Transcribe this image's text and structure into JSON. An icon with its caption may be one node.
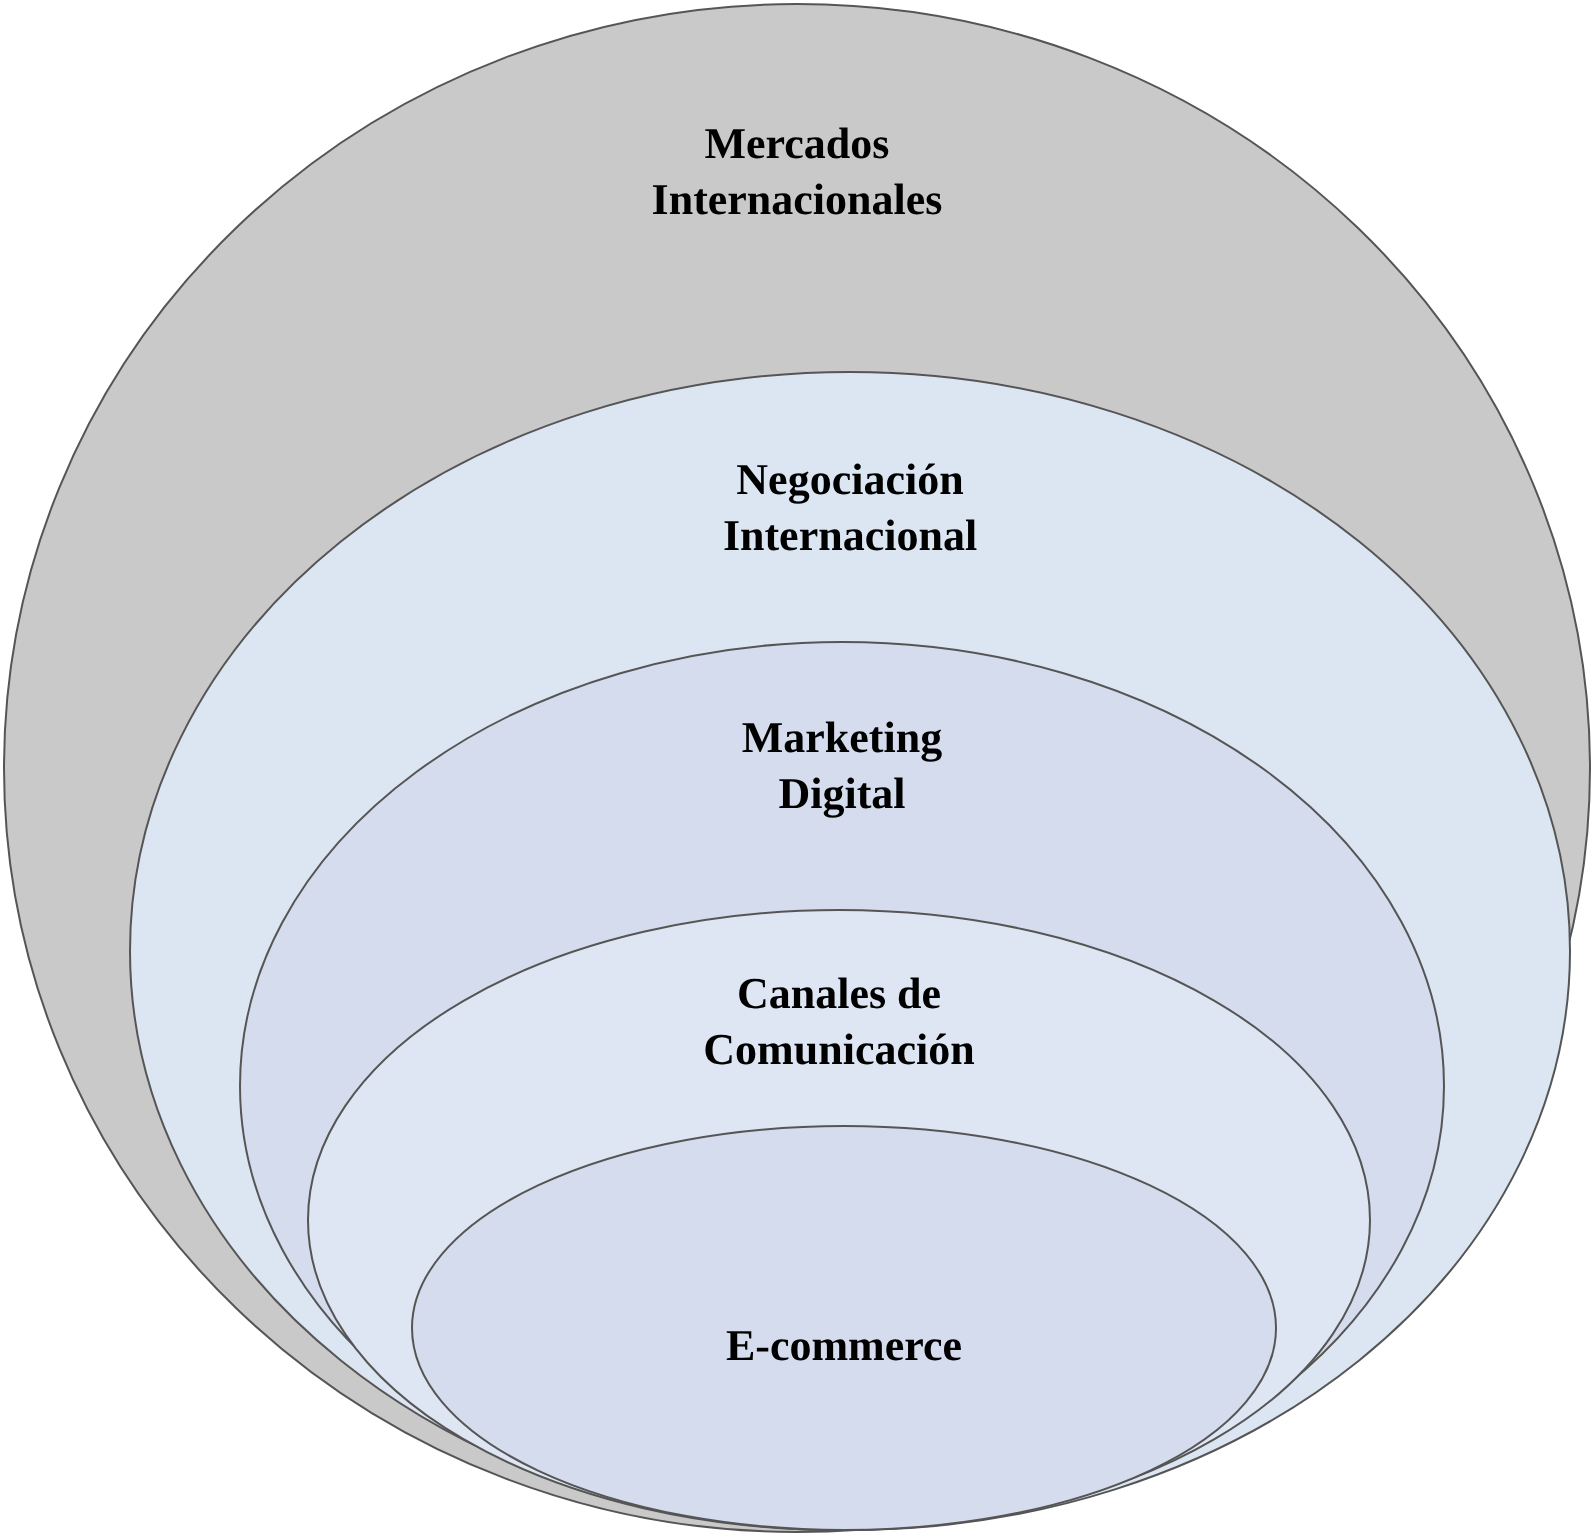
{
  "diagram": {
    "nodes": [
      {
        "text": [
          "Mercados Internacionales"
        ]
      },
      {
        "text": [
          "Negociación Internacional"
        ],
        "in": 0
      },
      {
        "text": [
          "Marketing Digital"
        ],
        "in": 1
      },
      {
        "text": [
          "Canales de Comunicación"
        ],
        "in": 2
      },
      {
        "text": [
          "E-commerce"
        ],
        "in": 3
      }
    ]
  }
}
